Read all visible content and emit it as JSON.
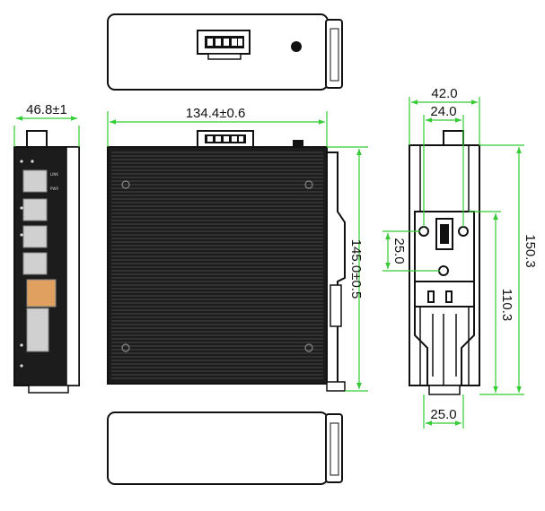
{
  "colors": {
    "outline": "#111111",
    "dimension": "#33cc33",
    "body_fill": "#1c1c1c",
    "fin": "#3a3a3a",
    "port": "#d0d0d0",
    "sfp": "#e0a060"
  },
  "dimensions": {
    "front_width": "46.8±1",
    "side_width": "134.4±0.6",
    "side_height": "145.0±0.5",
    "rear_width": "42.0",
    "rear_inner_width": "24.0",
    "rear_total_height": "150.3",
    "rear_clip_height": "110.3",
    "rear_hole_spacing": "25.0",
    "rear_bottom_width": "25.0"
  },
  "front_panel": {
    "port_labels": [
      "LINK",
      "PWR"
    ]
  }
}
